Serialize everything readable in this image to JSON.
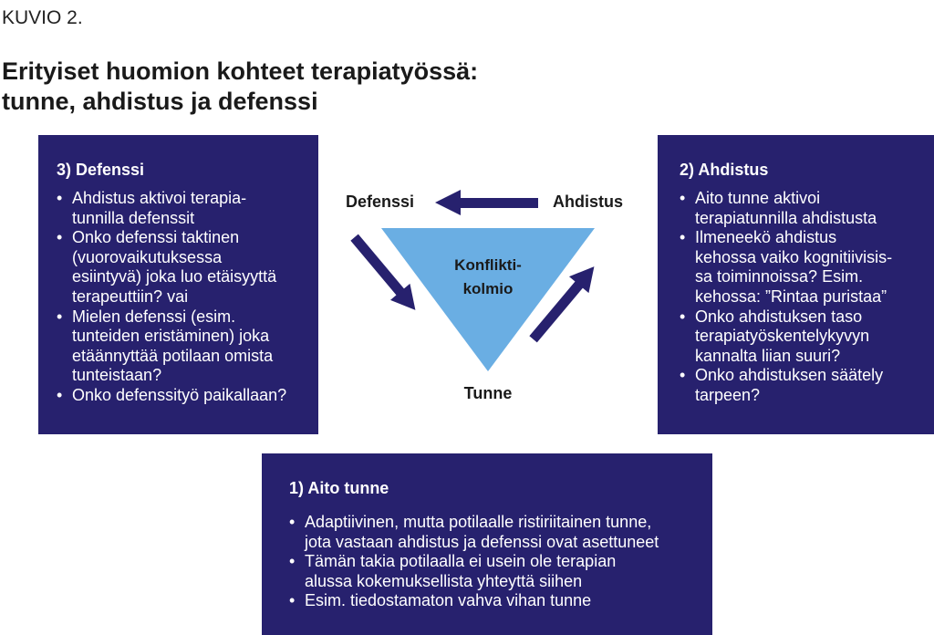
{
  "figure_label": "KUVIO 2.",
  "title": {
    "line1": "Erityiset huomion kohteet terapiatyössä:",
    "line2": "tunne, ahdistus ja defenssi"
  },
  "triangle": {
    "center_line1": "Konflikti-",
    "center_line2": "kolmio",
    "vertex_defenssi": "Defenssi",
    "vertex_ahdistus": "Ahdistus",
    "vertex_tunne": "Tunne",
    "fill_color": "#6aaee3",
    "arrow_color": "#27216e"
  },
  "boxes": {
    "defenssi": {
      "heading": "3) Defenssi",
      "items": [
        [
          "Ahdistus aktivoi terapia-",
          "tunnilla defenssit"
        ],
        [
          "Onko defenssi taktinen",
          "(vuorovaikutuksessa",
          "esiintyvä) joka luo etäisyyttä",
          "terapeuttiin? vai"
        ],
        [
          "Mielen defenssi (esim.",
          "tunteiden eristäminen) joka",
          "etäännyttää potilaan omista",
          "tunteistaan?"
        ],
        [
          "Onko defenssityö paikallaan?"
        ]
      ]
    },
    "ahdistus": {
      "heading": "2) Ahdistus",
      "items": [
        [
          "Aito tunne aktivoi",
          "terapiatunnilla ahdistusta"
        ],
        [
          "Ilmeneekö ahdistus",
          "kehossa vaiko kognitiivisis-",
          "sa toiminnoissa?  Esim.",
          "kehossa: ”Rintaa puristaa”"
        ],
        [
          "Onko ahdistuksen taso",
          "terapiatyöskentelykyvyn",
          "kannalta liian suuri?"
        ],
        [
          "Onko ahdistuksen säätely",
          "tarpeen?"
        ]
      ]
    },
    "aito": {
      "heading": "1) Aito tunne",
      "items": [
        [
          "Adaptiivinen, mutta potilaalle ristiriitainen tunne,",
          "jota vastaan ahdistus ja defenssi ovat asettuneet"
        ],
        [
          "Tämän takia potilaalla ei usein ole terapian",
          "alussa kokemuksellista yhteyttä siihen"
        ],
        [
          "Esim. tiedostamaton vahva vihan tunne"
        ]
      ]
    }
  },
  "colors": {
    "box_background": "#27216e",
    "box_text": "#ffffff",
    "triangle_fill": "#6aaee3"
  }
}
